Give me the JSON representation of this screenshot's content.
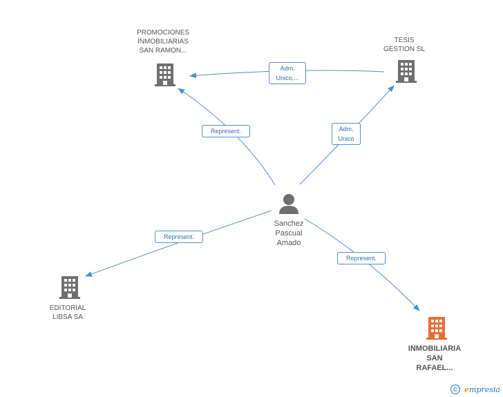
{
  "colors": {
    "edge": "#4a90d9",
    "building": "#6f6f6f",
    "building_highlight": "#ee6a35",
    "person": "#6f6f6f"
  },
  "nodes": {
    "promociones": {
      "label": "PROMOCIONES\nINMOBILIARIAS\nSAN RAMON...",
      "icon": "building-icon"
    },
    "tesis": {
      "label": "TESIS\nGESTION SL",
      "icon": "building-icon"
    },
    "person": {
      "label": "Sanchez\nPascual\nAmado",
      "icon": "person-icon"
    },
    "editorial": {
      "label": "EDITORIAL\nLIBSA SA",
      "icon": "building-icon"
    },
    "inmobiliaria": {
      "label": "INMOBILIARIA\nSAN\nRAFAEL...",
      "icon": "building-icon"
    }
  },
  "edges": {
    "tesis_promociones": "Adm.\nUnico,...",
    "person_promociones": "Represent.",
    "person_tesis": "Adm.\nUnico",
    "person_editorial": "Represent.",
    "person_inmobiliaria": "Represent."
  },
  "footer": {
    "copyright": "©",
    "brand_first": "e",
    "brand_rest": "mpresia"
  }
}
